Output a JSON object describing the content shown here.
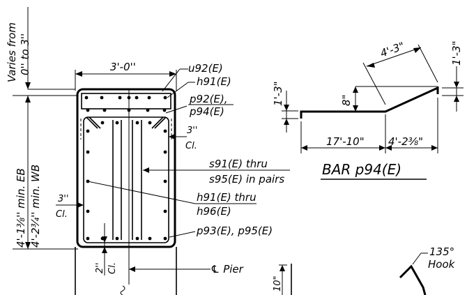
{
  "drawing": {
    "varies_line1": "Varies from",
    "varies_line2": "0'' to 3''",
    "width_dim": "3'-0''",
    "height_eb": "4'-1⅜'' min. EB",
    "height_wb": "4'-2¾'' min. WB",
    "clear_left_num": "3''",
    "clear_left_txt": "Cl.",
    "clear_right_num": "3''",
    "clear_right_txt": "Cl.",
    "clear_bottom_num": "2''",
    "clear_bottom_txt": "Cl.",
    "label_u92": "u92(E)",
    "label_h91": "h91(E)",
    "label_p92": "p92(E),",
    "label_p94": "p94(E)",
    "label_s91": "s91(E) thru",
    "label_s95": "s95(E) in pairs",
    "label_h91b": "h91(E) thru",
    "label_h96": "h96(E)",
    "label_p93": "p93(E), p95(E)",
    "label_pier": "℄ Pier",
    "bar_title": "BAR p94(E)",
    "bar_dim_top": "4'-3\"",
    "bar_dim_right": "1'-3\"",
    "bar_dim_left": "1'-3\"",
    "bar_dim_8": "8\"",
    "bar_dim_17": "17'-10\"",
    "bar_dim_4": "4'-2⅜\"",
    "hook_num": "135°",
    "hook_txt": "Hook",
    "dim_10": "10\""
  }
}
